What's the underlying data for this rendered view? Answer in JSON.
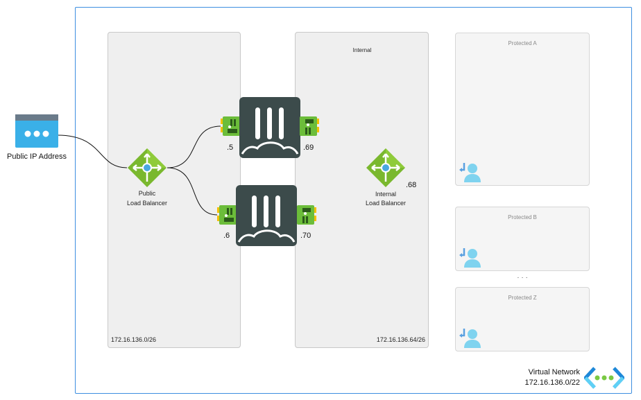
{
  "public_ip": {
    "label": "Public IP Address"
  },
  "public_lb": {
    "line1": "Public",
    "line2": "Load Balancer"
  },
  "internal_lb": {
    "line1": "Internal",
    "line2": "Load Balancer",
    "ip": ".68"
  },
  "subnets": {
    "external_cidr": "172.16.136.0/26",
    "internal_title": "Internal",
    "internal_cidr": "172.16.136.64/26"
  },
  "fortigate_a": {
    "left_ip": ".5",
    "right_ip": ".69"
  },
  "fortigate_b": {
    "left_ip": ".6",
    "right_ip": ".70"
  },
  "protected": [
    {
      "title": "Protected A"
    },
    {
      "title": "Protected B"
    },
    {
      "title": "Protected Z"
    }
  ],
  "ellipsis": "· · ·",
  "vnet": {
    "title": "Virtual Network",
    "cidr": "172.16.136.0/22"
  }
}
